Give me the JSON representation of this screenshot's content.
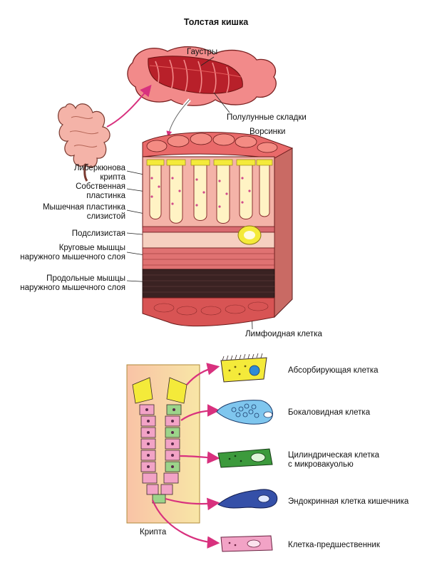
{
  "title": "Толстая кишка",
  "labels": {
    "haustra": "Гаустры",
    "semilunar_folds": "Полулунные складки",
    "villi": "Ворсинки",
    "crypt_lieberkuhn_1": "Либеркюнова",
    "crypt_lieberkuhn_2": "крипта",
    "lamina_propria_1": "Собственная",
    "lamina_propria_2": "пластинка",
    "muscularis_mucosae_1": "Мышечная пластинка",
    "muscularis_mucosae_2": "слизистой",
    "submucosa": "Подслизистая",
    "circular_1": "Круговые мышцы",
    "circular_2": "наружного мышечного слоя",
    "longitudinal_1": "Продольные мышцы",
    "longitudinal_2": "наружного мышечного слоя",
    "lymphoid_cell": "Лимфоидная клетка",
    "crypt": "Крипта"
  },
  "cells": [
    {
      "label": "Абсорбирующая клетка",
      "color": "#f4ea3a"
    },
    {
      "label": "Бокаловидная клетка",
      "color": "#7fc6ee"
    },
    {
      "label": "Цилиндрическая клетка",
      "label2": "с микровакуолью",
      "color": "#3c9a3c"
    },
    {
      "label": "Эндокринная клетка кишечника",
      "color": "#3550a8"
    },
    {
      "label": "Клетка-предшественник",
      "color": "#f2a3c6"
    }
  ],
  "colors": {
    "tissue_red": "#d9534f",
    "tissue_pink": "#f4b3a8",
    "muscle_dark": "#3a2222",
    "crypt_bg": "#f7d79a",
    "arrow": "#d8317e"
  }
}
